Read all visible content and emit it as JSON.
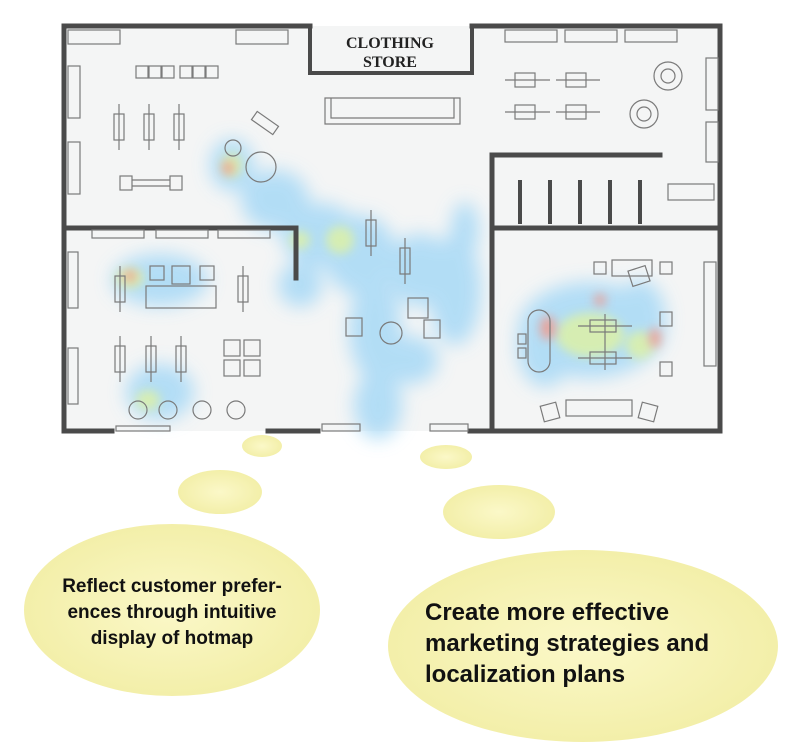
{
  "store_sign": {
    "line1": "CLOTHING",
    "line2": "STORE"
  },
  "bubbles": {
    "left": {
      "lines": [
        "Reflect customer prefer-",
        "ences through intuitive",
        "display of hotmap"
      ]
    },
    "right": {
      "lines": [
        "Create more effective",
        "marketing strategies and",
        "localization plans"
      ]
    }
  },
  "colors": {
    "wall": "#4a4a4a",
    "floor": "#f4f5f5",
    "furniture_stroke": "#7a7a7a",
    "bubble_fill": "#f7f4b4",
    "heat_cool": "#9fd6f5",
    "heat_mid": "#d8f0a0",
    "heat_hot": "#f09a8a"
  }
}
